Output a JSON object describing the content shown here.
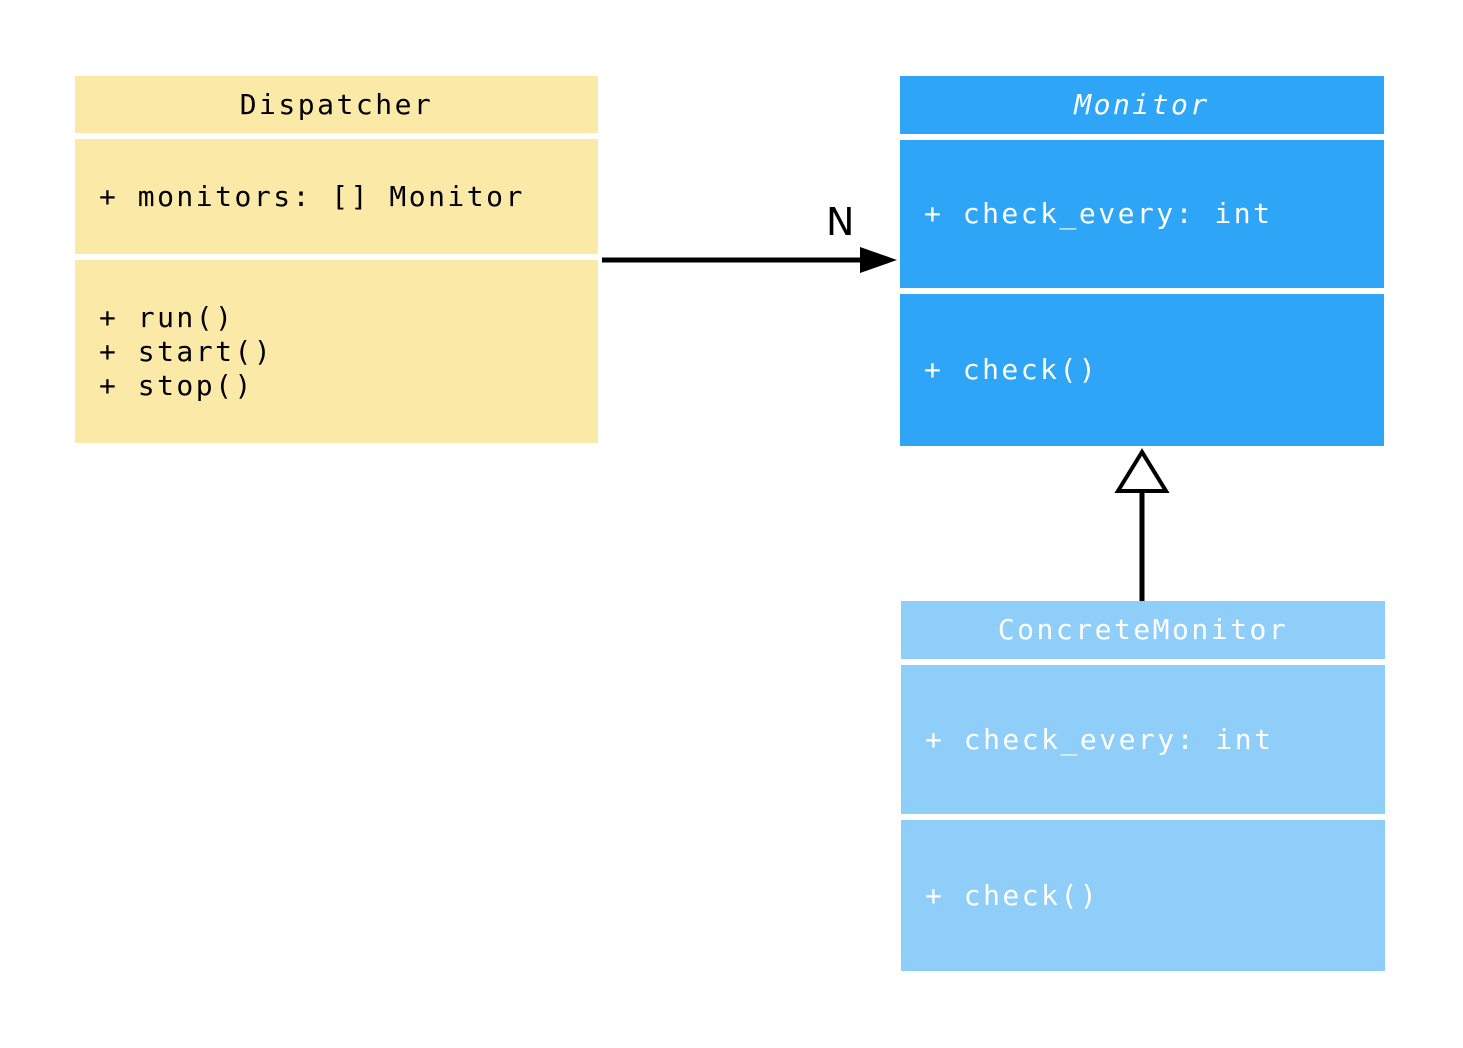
{
  "colors": {
    "canvas-bg": "#ffffff",
    "dispatcher-fill": "#FBE9A8",
    "monitor-fill": "#2FA5F8",
    "concrete-monitor-fill": "#8FCEF9",
    "edge-color": "#000000",
    "text-dark": "#000000",
    "text-light": "#ffffff"
  },
  "classes": [
    {
      "name": "Dispatcher",
      "abstract": false,
      "attributes": [
        "+ monitors: [] Monitor"
      ],
      "methods": [
        "+ run()",
        "+ start()",
        "+ stop()"
      ]
    },
    {
      "name": "Monitor",
      "abstract": true,
      "attributes": [
        "+ check_every: int"
      ],
      "methods": [
        "+ check()"
      ]
    },
    {
      "name": "ConcreteMonitor",
      "abstract": false,
      "attributes": [
        "+ check_every: int"
      ],
      "methods": [
        "+ check()"
      ]
    }
  ],
  "relations": [
    {
      "type": "association",
      "from": "Dispatcher",
      "to": "Monitor",
      "label": "N"
    },
    {
      "type": "inheritance",
      "from": "ConcreteMonitor",
      "to": "Monitor",
      "label": ""
    }
  ]
}
